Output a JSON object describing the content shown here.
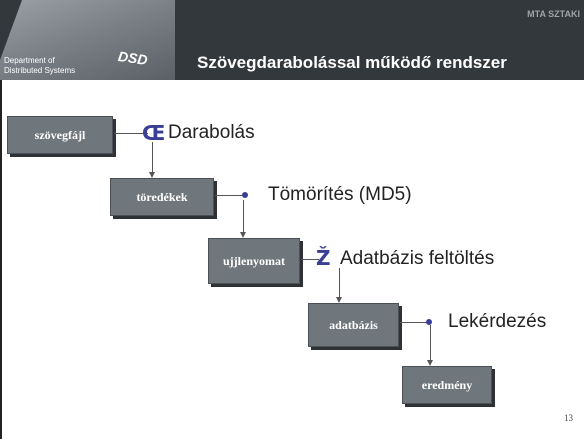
{
  "header": {
    "institution": "MTA SZTAKI",
    "department_line1": "Department of",
    "department_line2": "Distributed Systems",
    "logo_text": "DSD",
    "title": "Szövegdarabolással működő rendszer"
  },
  "diagram": {
    "boxes": [
      {
        "label": "szövegfájl"
      },
      {
        "label": "töredékek"
      },
      {
        "label": "ujjlenyomat"
      },
      {
        "label": "adatbázis"
      },
      {
        "label": "eredmény"
      }
    ],
    "steps": [
      {
        "marker": "Œ",
        "label": "Darabolás"
      },
      {
        "marker": "•",
        "label": "Tömörítés (MD5)"
      },
      {
        "marker": "Ž",
        "label": "Adatbázis feltöltés"
      },
      {
        "marker": "•",
        "label": "Lekérdezés"
      }
    ]
  },
  "footer": {
    "page_number": "13"
  },
  "colors": {
    "header_bg": "#33383c",
    "box_fill": "#6f767c",
    "marker": "#3a3f96"
  }
}
